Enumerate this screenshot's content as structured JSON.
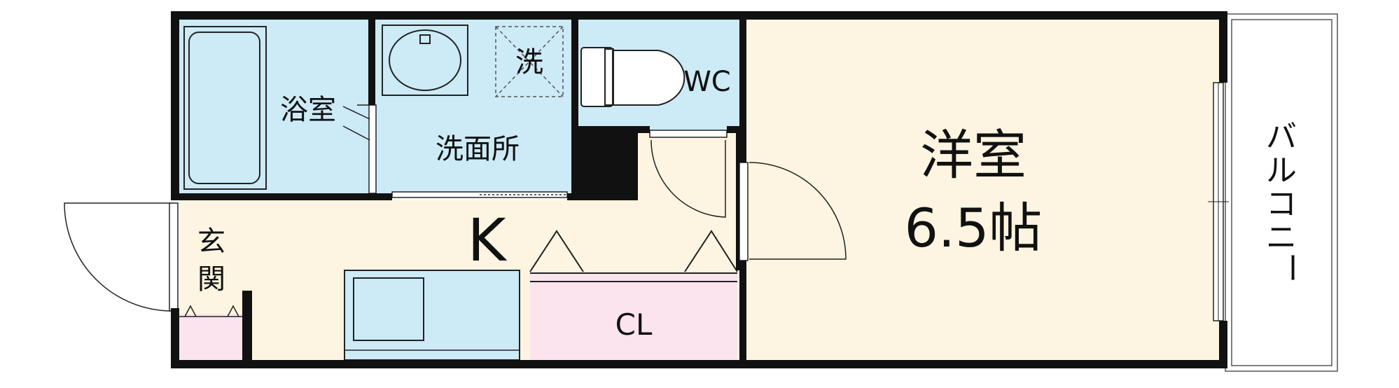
{
  "rooms": {
    "bath": "浴室",
    "washroom": "洗面所",
    "washer": "洗",
    "wc": "WC",
    "kitchen": "K",
    "entrance_1": "玄",
    "entrance_2": "関",
    "closet": "CL",
    "western_name": "洋室",
    "western_size": "6.5帖",
    "balcony": [
      "バ",
      "ル",
      "コ",
      "ニ",
      "ー"
    ]
  },
  "colors": {
    "wet_area": "#cdeaf7",
    "living": "#fdf5e1",
    "storage": "#fbe4ee",
    "wall": "#111111"
  }
}
